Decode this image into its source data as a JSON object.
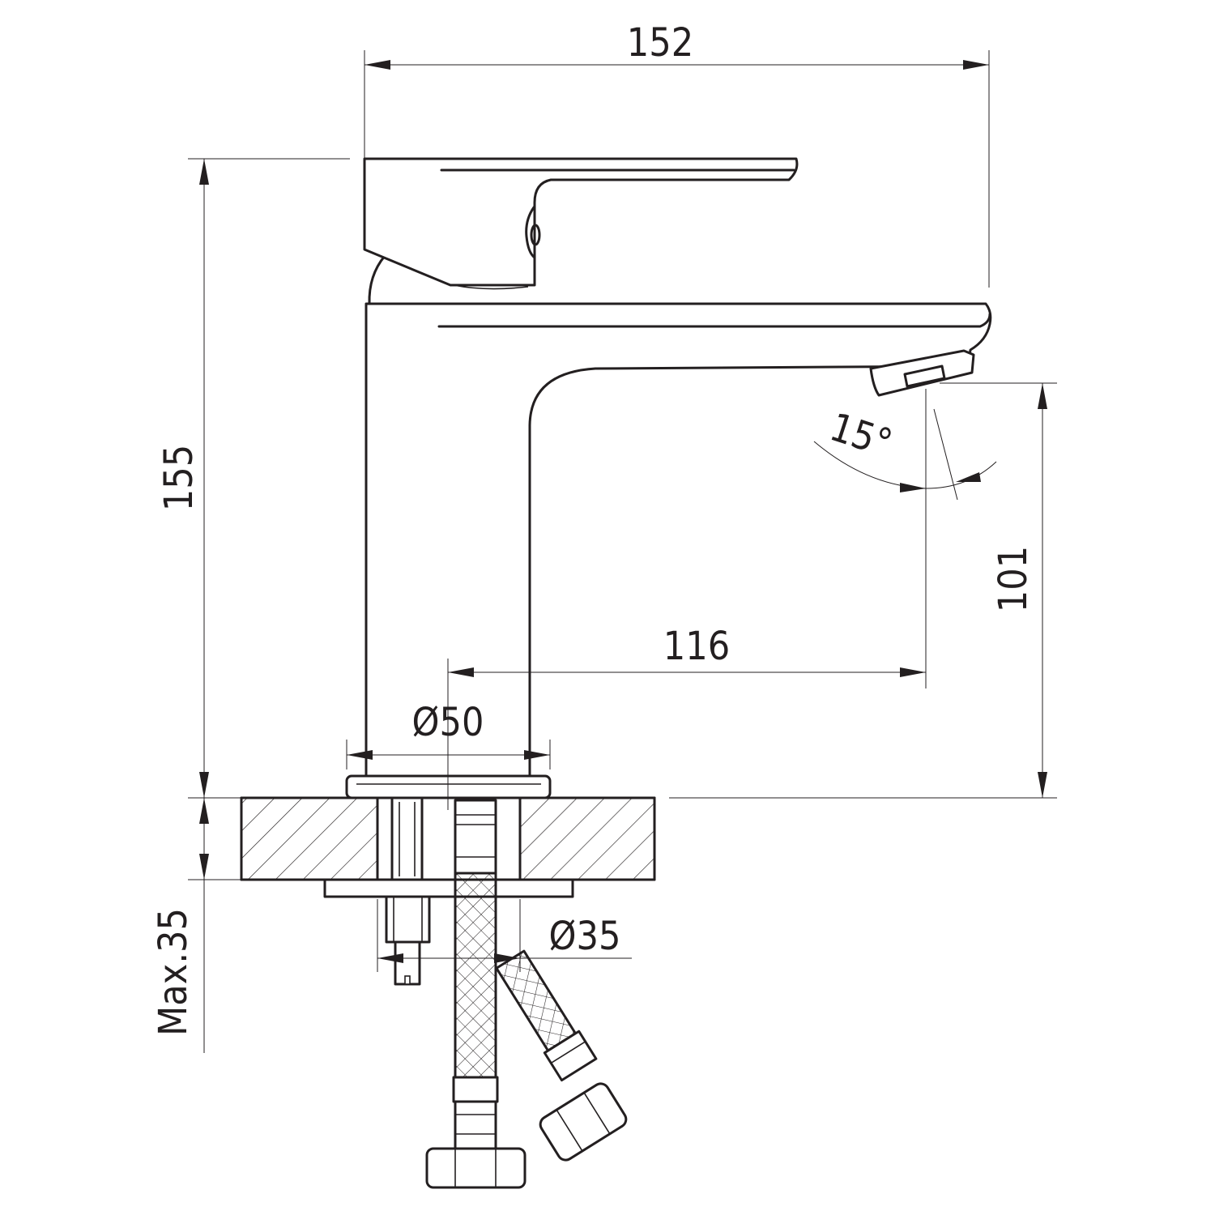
{
  "drawing": {
    "dimensions": {
      "overall_width": "152",
      "overall_height": "155",
      "spout_reach": "116",
      "spout_height": "101",
      "spout_angle": "15°",
      "base_diameter": "Ø50",
      "hole_diameter": "Ø35",
      "max_counter_thickness": "Max.35"
    },
    "line_color": "#231f20",
    "background_color": "#ffffff"
  }
}
